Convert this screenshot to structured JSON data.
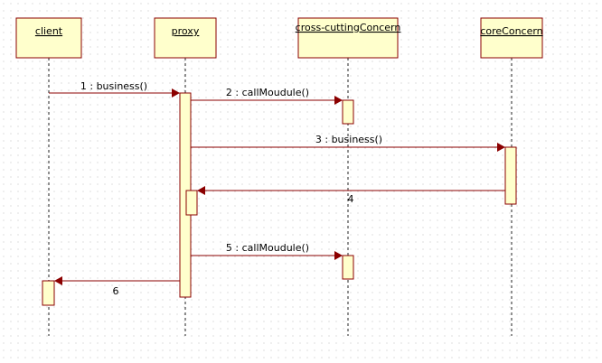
{
  "diagram": {
    "objects": [
      {
        "id": "client",
        "name": "client"
      },
      {
        "id": "proxy",
        "name": "proxy"
      },
      {
        "id": "cc",
        "name": "cross-cuttingConcern"
      },
      {
        "id": "core",
        "name": "coreConcern"
      }
    ],
    "messages": [
      {
        "label": "1 : business()"
      },
      {
        "label": "2 : callMoudule()"
      },
      {
        "label": "3 : business()"
      },
      {
        "label": "4"
      },
      {
        "label": "5 : callMoudule()"
      },
      {
        "label": "6"
      }
    ]
  }
}
